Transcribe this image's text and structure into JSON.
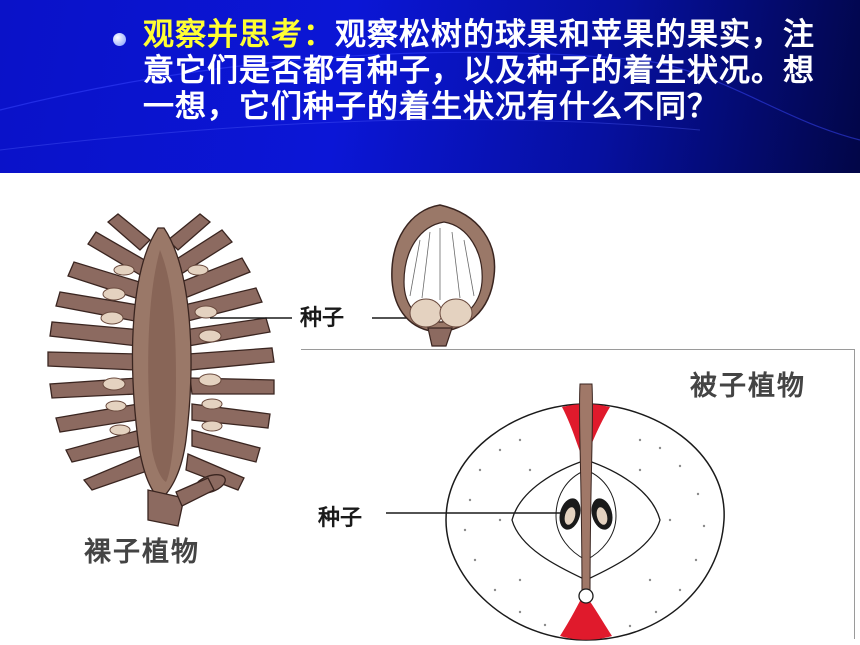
{
  "header": {
    "question_lead": "观察并思考：",
    "question_body": "观察松树的球果和苹果的果实，注意它们是否都有种子，以及种子的着生状况。想一想，它们种子的着生状况有什么不同？"
  },
  "figure": {
    "seed_label_top": "种子",
    "seed_label_mid": "种子",
    "angiosperm_label": "被子植物",
    "gymnosperm_label": "裸子植物"
  },
  "colors": {
    "header_blue": "#0b16d6",
    "highlight_yellow": "#ffff33",
    "cone_brown": "#8c6a60",
    "apple_red": "#e01a2c"
  },
  "icons": {
    "bullet": "round-bullet-icon"
  }
}
